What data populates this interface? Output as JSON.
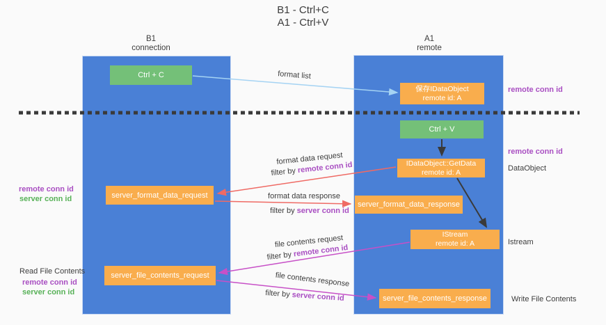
{
  "title": {
    "line1": "B1 - Ctrl+C",
    "line2": "A1 - Ctrl+V"
  },
  "columns": {
    "left": {
      "header_line1": "B1",
      "header_line2": "connection"
    },
    "right": {
      "header_line1": "A1",
      "header_line2": "remote"
    }
  },
  "nodes": {
    "ctrl_c": "Ctrl + C",
    "ctrl_v": "Ctrl + V",
    "save_idataobject": {
      "line1": "保存IDataObject",
      "line2": "remote id: A"
    },
    "getdata": {
      "line1": "IDataObject::GetData",
      "line2": "remote id: A"
    },
    "istream": {
      "line1": "IStream",
      "line2": "remote id: A"
    },
    "format_request": "server_format_data_request",
    "format_response": "server_format_data_response",
    "file_request": "server_file_contents_request",
    "file_response": "server_file_contents_response"
  },
  "edge_labels": {
    "format_list": "format list",
    "format_data_request": "format data request",
    "format_data_response": "format data response",
    "file_contents_request": "file contents request",
    "file_contents_response": "file contents response",
    "filter_by": "filter by",
    "remote_conn_id": "remote conn id",
    "server_conn_id": "server conn id"
  },
  "side_labels": {
    "right_remote_conn_id_top": "remote conn id",
    "right_remote_conn_id_mid": "remote conn id",
    "right_dataobject": "DataObject",
    "right_istream": "Istream",
    "right_write_file_contents": "Write File Contents",
    "left_remote_conn_id_top": "remote conn id",
    "left_server_conn_id_top": "server conn id",
    "left_read_file_contents": "Read File Contents",
    "left_remote_conn_id_bottom": "remote conn id",
    "left_server_conn_id_bottom": "server conn id"
  },
  "colors": {
    "bg": "#fafafa",
    "column-blue": "#4a80d6",
    "column-border": "#c9d9f3",
    "box-green": "#74c078",
    "box-orange": "#f9ad4d",
    "purple": "#a94fc2",
    "green-label": "#57b157",
    "arrow-blue": "#a5d3f3",
    "arrow-red": "#ef6a64",
    "arrow-magenta": "#c750c7",
    "arrow-black": "#3a3a3a",
    "text-dark": "#3c3c3c"
  }
}
